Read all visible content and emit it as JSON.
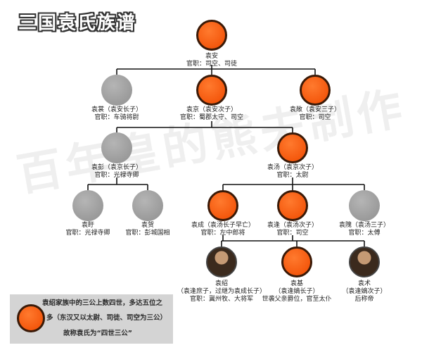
{
  "title": "三国袁氏族谱",
  "watermark": "百年皇的熊夫制作",
  "colors": {
    "highlight": "#f04a00",
    "plain": "#9a9a9a",
    "line": "#111111",
    "legend_bg": "#d4d4d4"
  },
  "nodes": {
    "yuan_an": {
      "name": "袁安",
      "office": "官职：司空、司徒",
      "style": "orange"
    },
    "yuan_chang": {
      "name": "袁裳（袁安长子）",
      "office": "官职：车骑将尉",
      "style": "gray"
    },
    "yuan_jing": {
      "name": "袁京（袁安次子）",
      "office": "官职：蜀郡太守、司空",
      "style": "orange"
    },
    "yuan_chang3": {
      "name": "袁敞（袁安三子）",
      "office": "官职：司空",
      "style": "orange"
    },
    "yuan_peng": {
      "name": "袁彭（袁京长子）",
      "office": "官职：光禄寺卿",
      "style": "gray"
    },
    "yuan_tang": {
      "name": "袁汤（袁京次子）",
      "office": "官职：太尉",
      "style": "orange"
    },
    "yuan_yu": {
      "name": "袁盱",
      "office": "官职：光禄寺卿",
      "style": "gray"
    },
    "yuan_he": {
      "name": "袁贺",
      "office": "官职：彭城国相",
      "style": "gray"
    },
    "yuan_cheng": {
      "name": "袁成（袁汤长子早亡）",
      "office": "官职：左中郎将",
      "style": "orange"
    },
    "yuan_feng": {
      "name": "袁逢（袁汤次子）",
      "office": "官职：司空",
      "style": "orange"
    },
    "yuan_wei": {
      "name": "袁隗（袁汤三子）",
      "office": "官职：太傅",
      "style": "gray"
    },
    "yuan_shao": {
      "name": "袁绍",
      "office_1": "（袁逢庶子，过继为袁成长子）",
      "office_2": "官职：冀州牧、大将军",
      "style": "photo"
    },
    "yuan_ji": {
      "name": "袁基",
      "office_1": "（袁逢嫡长子）",
      "office_2": "世袭父亲爵位，官至太仆",
      "style": "orange"
    },
    "yuan_shu": {
      "name": "袁术",
      "office_1": "（袁逢嫡次子）",
      "office_2": "后称帝",
      "style": "photo"
    }
  },
  "legend": {
    "line1": "袁绍家族中的三公上数四世，多达五位之",
    "line2": "多（东汉又以太尉、司徒、司空为三公）",
    "line3": "故称袁氏为“四世三公”"
  }
}
